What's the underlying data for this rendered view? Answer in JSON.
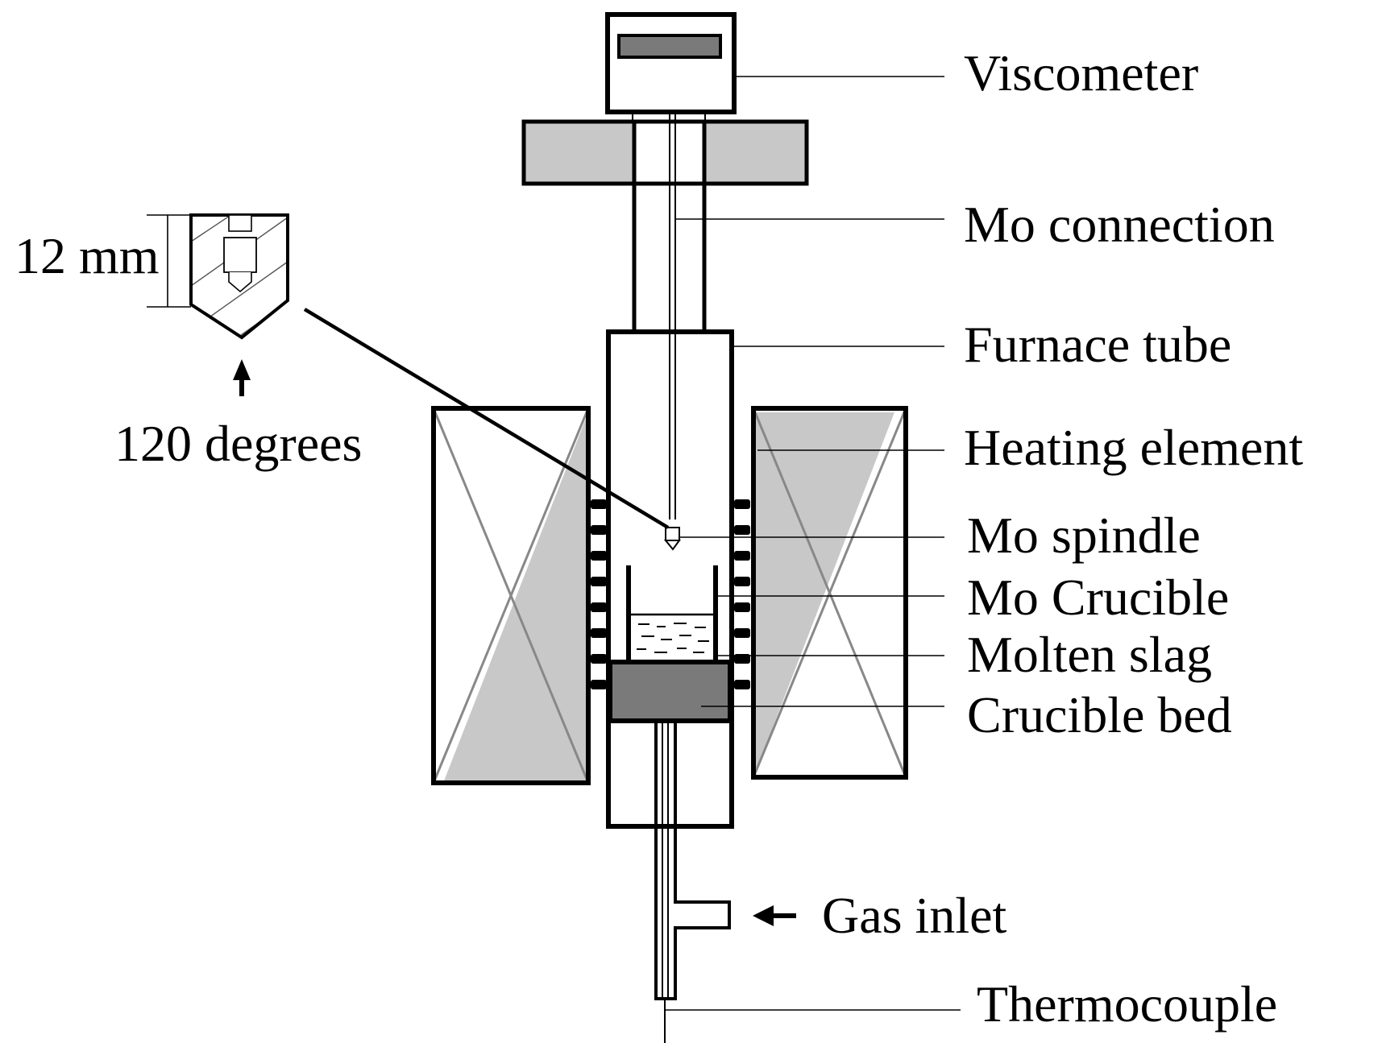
{
  "labels": {
    "viscometer": "Viscometer",
    "mo_connection": "Mo connection",
    "furnace_tube": "Furnace tube",
    "heating_element": "Heating element",
    "mo_spindle": "Mo spindle",
    "mo_crucible": "Mo Crucible",
    "molten_slag": "Molten slag",
    "crucible_bed": "Crucible bed",
    "gas_inlet": "Gas inlet",
    "thermocouple": "Thermocouple"
  },
  "spindle_detail": {
    "height_label": "12 mm",
    "angle_label": "120 degrees"
  },
  "colors": {
    "stroke": "#000000",
    "light_gray_fill": "#c8c8c8",
    "dark_gray_fill": "#7a7a7a",
    "background": "#ffffff"
  }
}
